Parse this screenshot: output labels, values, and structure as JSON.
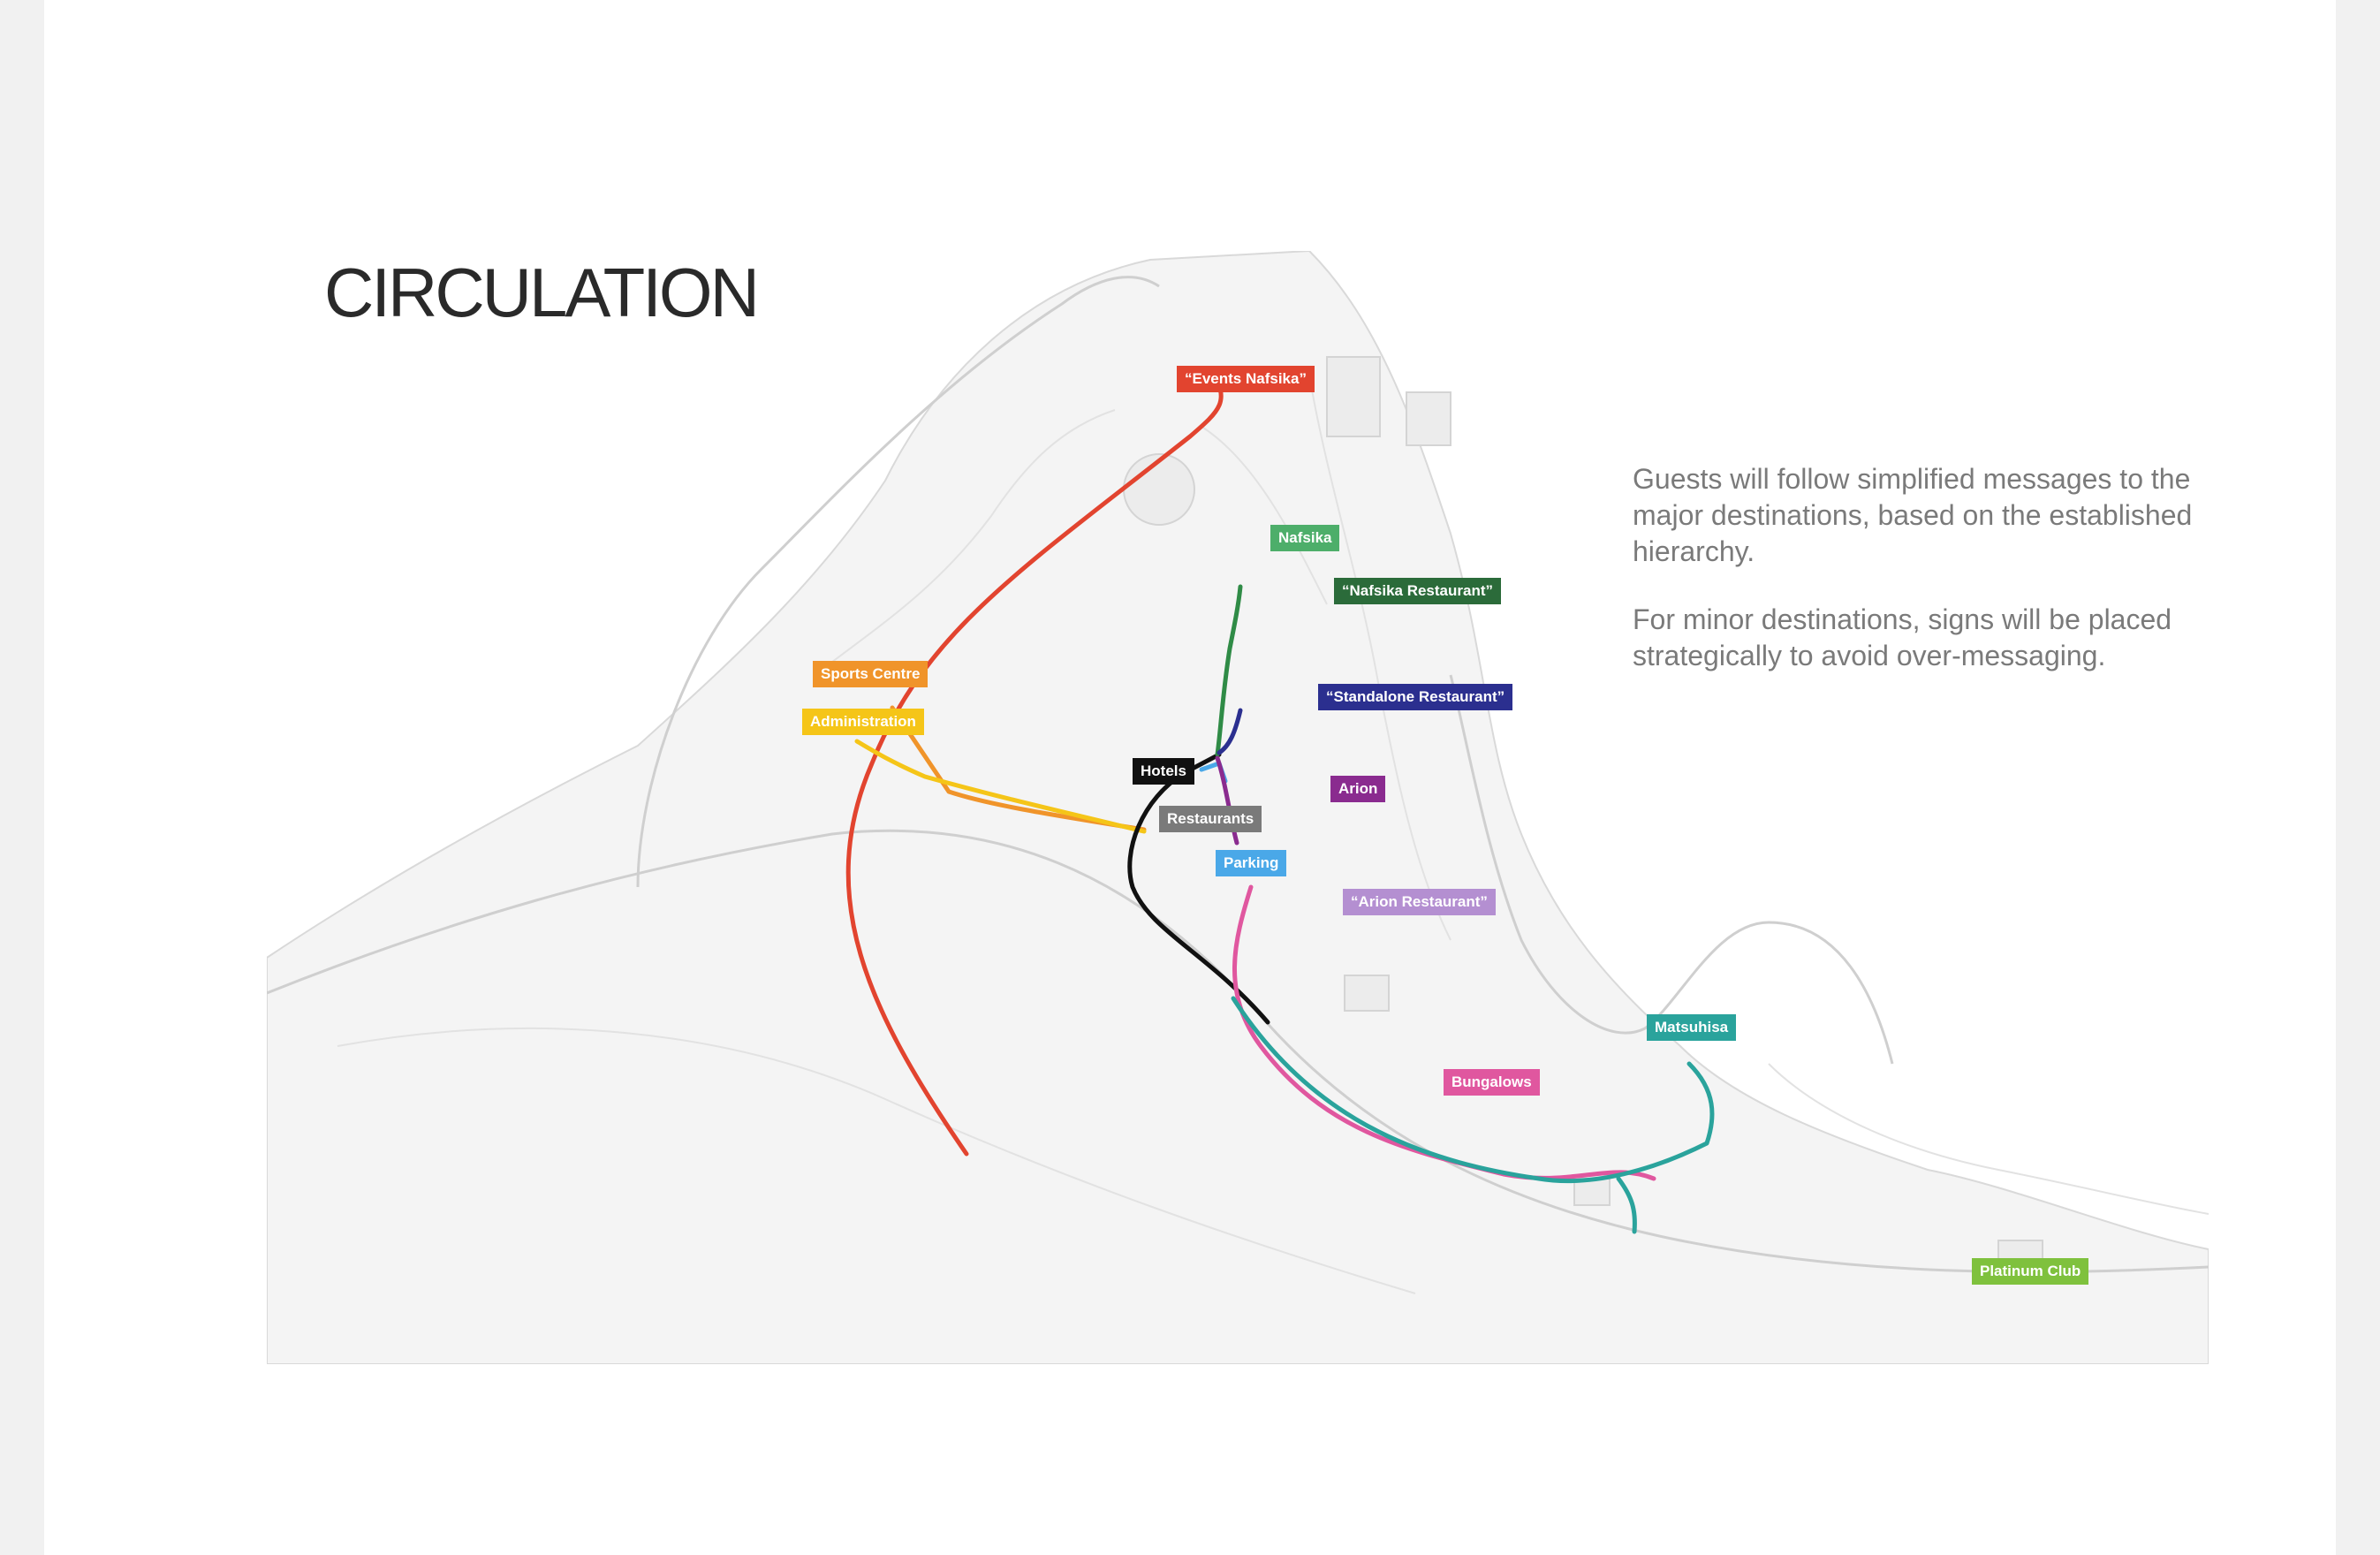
{
  "title": "CIRCULATION",
  "description": {
    "paragraph_1": "Guests will follow simplified messages to the major destinations, based on the established hierarchy.",
    "paragraph_2": "For minor destinations, signs will be placed strategically to avoid over-messaging."
  },
  "map": {
    "labels": [
      {
        "id": "events_nafsika",
        "text": "“Events Nafsika”",
        "color": "#e2442f"
      },
      {
        "id": "nafsika",
        "text": "Nafsika",
        "color": "#4dae6a"
      },
      {
        "id": "nafsika_restaurant",
        "text": "“Nafsika Restaurant”",
        "color": "#2b6b3a"
      },
      {
        "id": "standalone_restaurant",
        "text": "“Standalone Restaurant”",
        "color": "#2b2f8f"
      },
      {
        "id": "sports_centre",
        "text": "Sports Centre",
        "color": "#f0942a"
      },
      {
        "id": "administration",
        "text": "Administration",
        "color": "#f5c518"
      },
      {
        "id": "hotels",
        "text": "Hotels",
        "color": "#111111"
      },
      {
        "id": "restaurants",
        "text": "Restaurants",
        "color": "#7a7a7a"
      },
      {
        "id": "arion",
        "text": "Arion",
        "color": "#8a2b8f"
      },
      {
        "id": "parking",
        "text": "Parking",
        "color": "#4aa8e8"
      },
      {
        "id": "arion_restaurant",
        "text": "“Arion Restaurant”",
        "color": "#b48fd1"
      },
      {
        "id": "matsuhisa",
        "text": "Matsuhisa",
        "color": "#2aa39c"
      },
      {
        "id": "bungalows",
        "text": "Bungalows",
        "color": "#e0579f"
      },
      {
        "id": "platinum_club",
        "text": "Platinum Club",
        "color": "#7fc13d"
      }
    ]
  }
}
